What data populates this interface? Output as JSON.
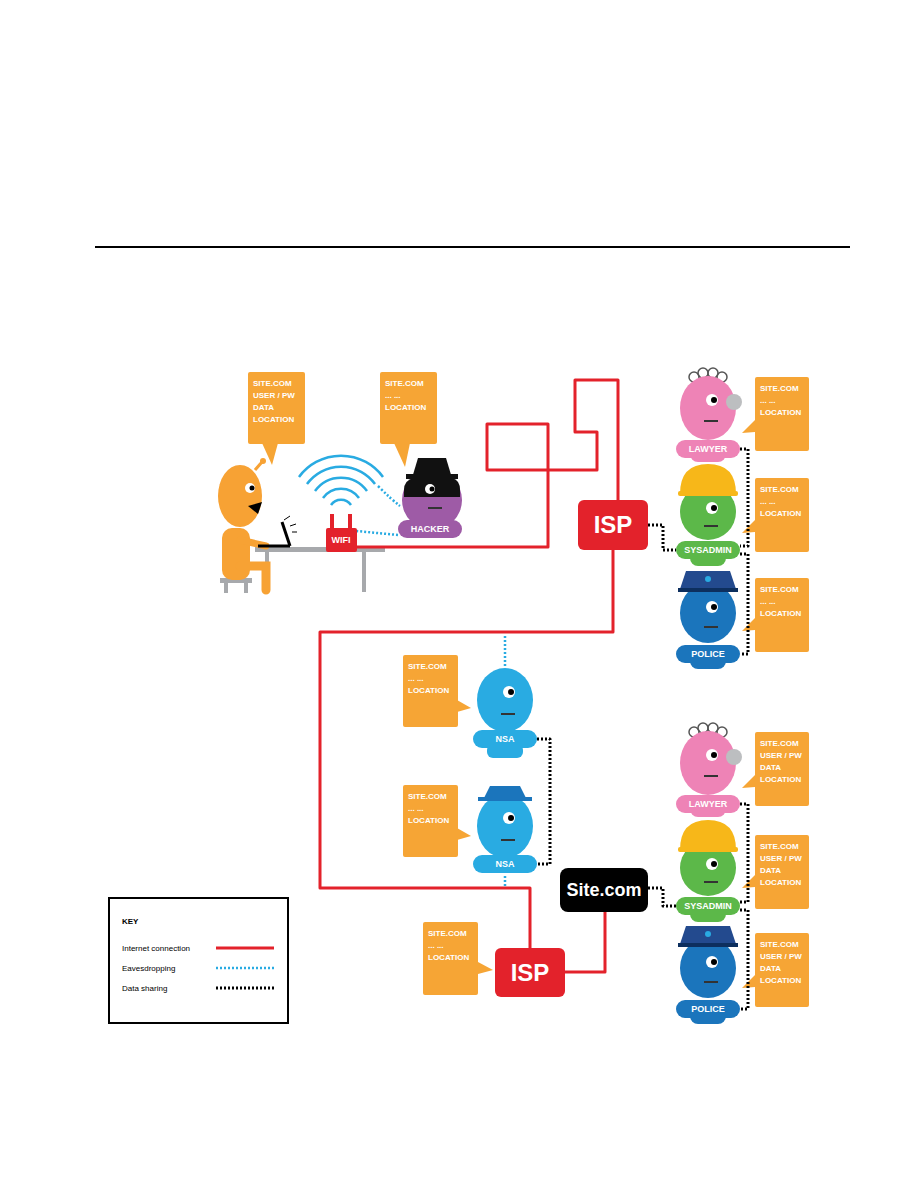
{
  "diagram": {
    "nodes": [
      {
        "text": [
          "SITE.COM USER / PW DATA LOCATION"
        ]
      },
      {
        "text": [
          "SITE.COM ... ... LOCATION"
        ]
      },
      {
        "text": [
          "WIFI"
        ]
      },
      {
        "text": [
          "HACKER"
        ]
      },
      {
        "text": [
          "SITE.COM ... ... LOCATION"
        ]
      },
      {
        "text": [
          "LAWYER"
        ]
      },
      {
        "text": [
          "ISP"
        ]
      },
      {
        "text": [
          "SYSADMIN"
        ]
      },
      {
        "text": [
          "SITE.COM ... ... LOCATION"
        ]
      },
      {
        "text": [
          "POLICE"
        ]
      },
      {
        "text": [
          "SITE.COM ... ... LOCATION"
        ]
      },
      {
        "text": [
          "SITE.COM ... ... LOCATION"
        ]
      },
      {
        "text": [
          "NSA"
        ]
      },
      {
        "text": [
          "SITE.COM ... ... LOCATION"
        ]
      },
      {
        "text": [
          "NSA"
        ]
      },
      {
        "text": [
          "Site.com"
        ]
      },
      {
        "text": [
          "SITE.COM USER / PW DATA LOCATION"
        ]
      },
      {
        "text": [
          "LAWYER"
        ]
      },
      {
        "text": [
          "SITE.COM USER / PW DATA LOCATION"
        ]
      },
      {
        "text": [
          "SYSADMIN"
        ]
      },
      {
        "text": [
          "SITE.COM USER / PW DATA LOCATION"
        ]
      },
      {
        "text": [
          "POLICE"
        ]
      },
      {
        "text": [
          "SITE.COM ... ... LOCATION"
        ]
      },
      {
        "text": [
          "ISP"
        ]
      }
    ],
    "edges": [
      {
        "from": 2,
        "to": 6,
        "arrow": "none"
      },
      {
        "from": 6,
        "to": 23,
        "arrow": "none"
      },
      {
        "from": 23,
        "to": 15,
        "arrow": "none"
      },
      {
        "from": 3,
        "to": 2,
        "arrow": "none"
      },
      {
        "from": 6,
        "to": 7,
        "arrow": "none"
      },
      {
        "from": 5,
        "to": 7,
        "arrow": "none"
      },
      {
        "from": 7,
        "to": 9,
        "arrow": "none"
      },
      {
        "from": 12,
        "to": 14,
        "arrow": "none"
      },
      {
        "from": 15,
        "to": 19,
        "arrow": "none"
      },
      {
        "from": 17,
        "to": 19,
        "arrow": "none"
      },
      {
        "from": 19,
        "to": 21,
        "arrow": "none"
      }
    ],
    "labels": [
      "KEY"
    ],
    "legend": [
      {
        "text": "Internet connection"
      },
      {
        "text": "Eavesdropping"
      },
      {
        "text": "Data sharing"
      }
    ]
  }
}
